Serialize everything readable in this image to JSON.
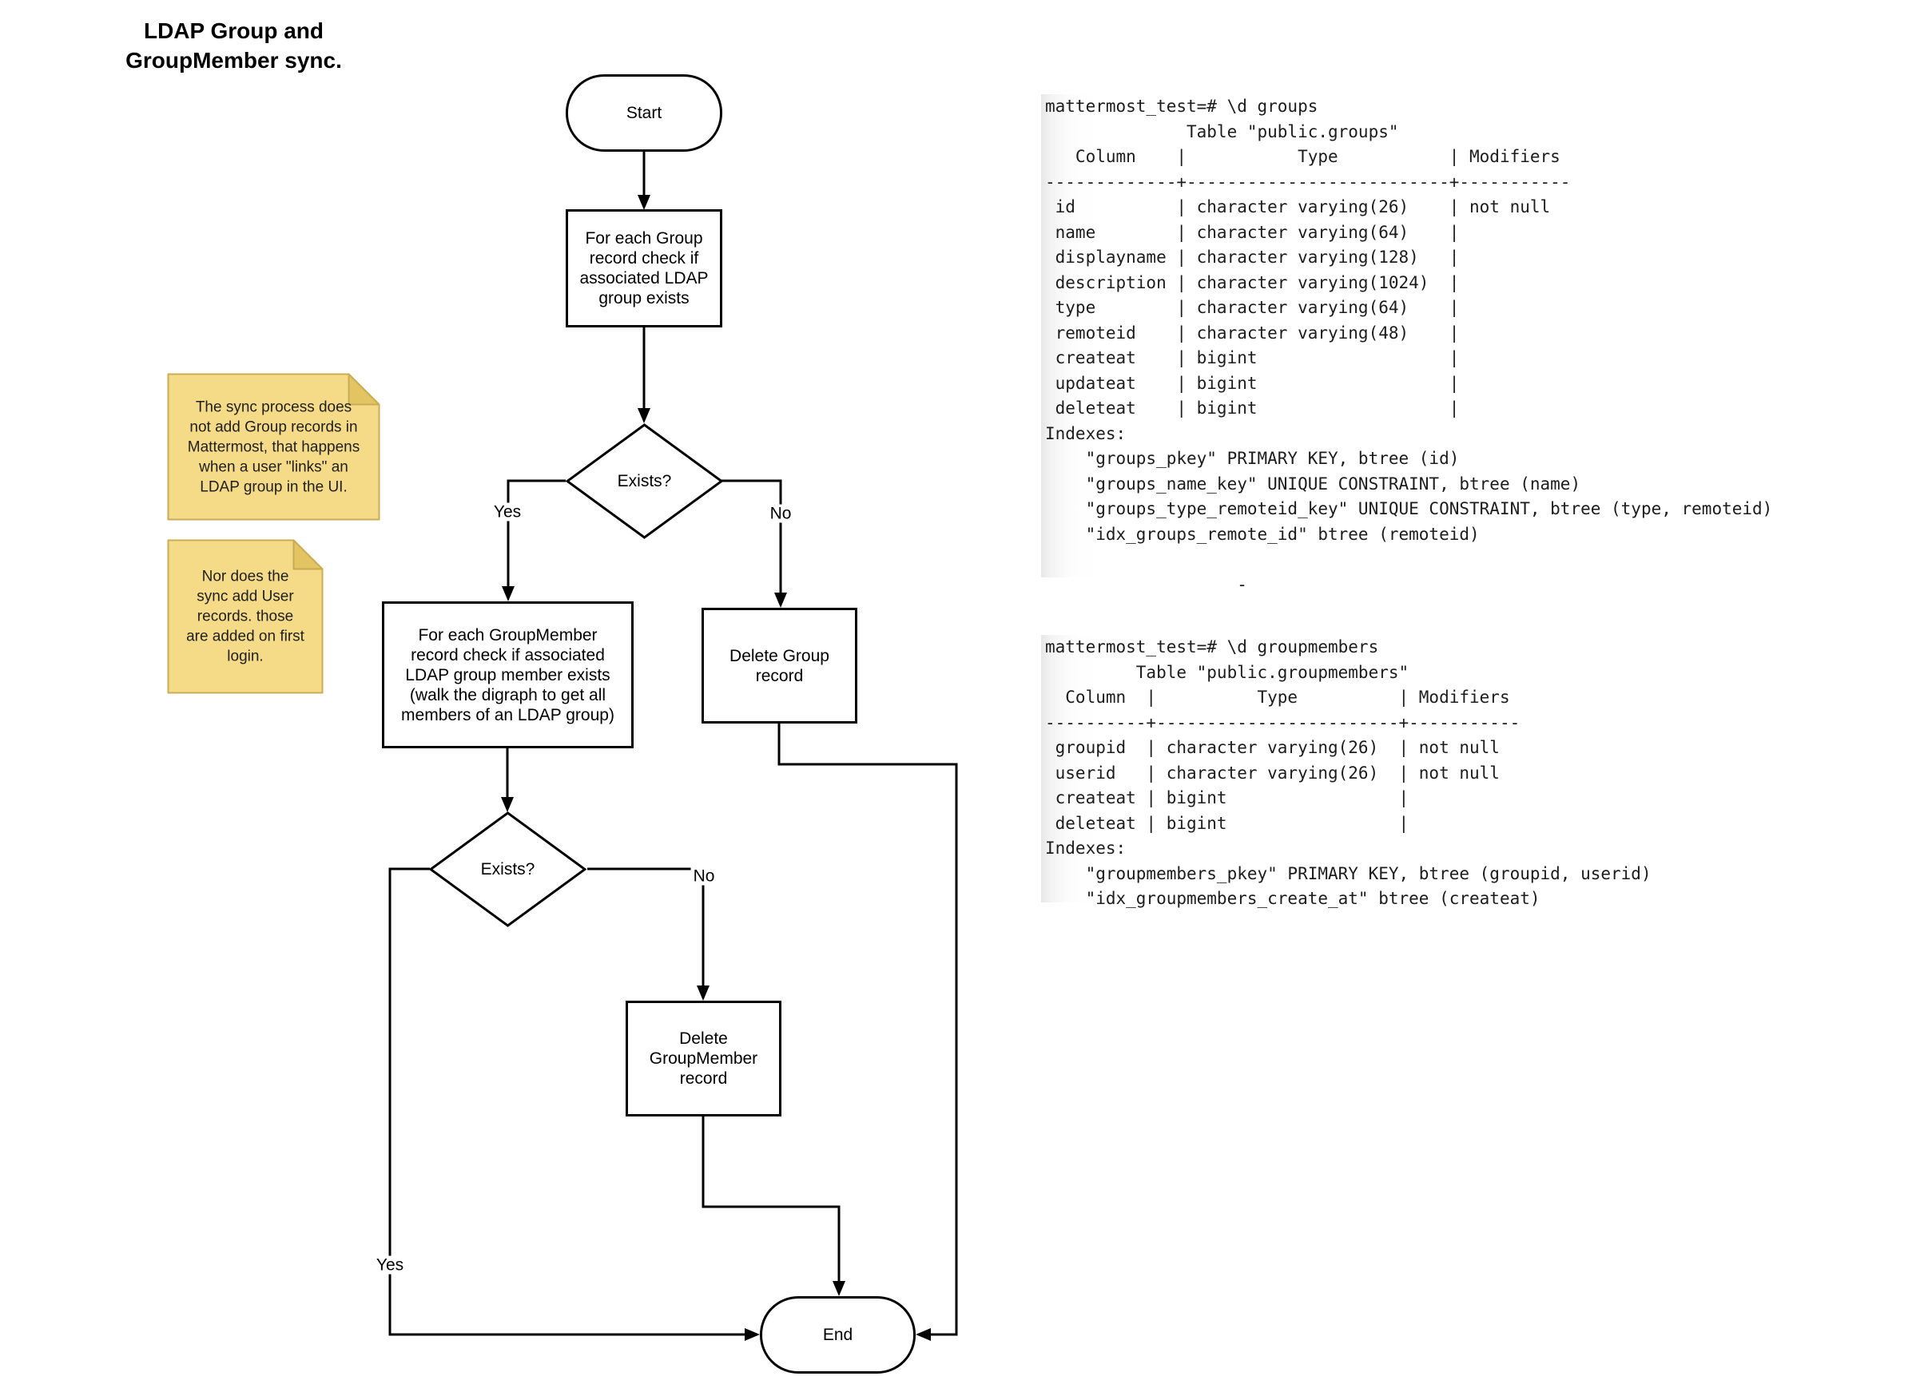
{
  "title": {
    "lines": [
      "LDAP Group and",
      "GroupMember sync."
    ]
  },
  "flowchart": {
    "nodes": {
      "start": "Start",
      "check_group": "For each Group record check if associated LDAP group exists",
      "exists_group": "Exists?",
      "check_group_member": "For each GroupMember record check if associated LDAP group member exists (walk the digraph to get all members of an LDAP group)",
      "delete_group": "Delete Group record",
      "exists_group_member": "Exists?",
      "delete_group_member": "Delete GroupMember record",
      "end": "End"
    },
    "edge_labels": {
      "group_exists_yes": "Yes",
      "group_exists_no": "No",
      "member_exists_no": "No",
      "member_exists_yes": "Yes"
    }
  },
  "sticky_notes": [
    {
      "text": "The sync process does not add Group records in Mattermost, that happens when a user \"links\" an LDAP group in the UI."
    },
    {
      "text": "Nor does the sync add User records. those are added on first login."
    }
  ],
  "terminals": [
    {
      "lines": [
        "mattermost_test=# \\d groups",
        "              Table \"public.groups\"",
        "   Column    |           Type           | Modifiers ",
        "-------------+--------------------------+-----------",
        " id          | character varying(26)    | not null",
        " name        | character varying(64)    | ",
        " displayname | character varying(128)   | ",
        " description | character varying(1024)  | ",
        " type        | character varying(64)    | ",
        " remoteid    | character varying(48)    | ",
        " createat    | bigint                   | ",
        " updateat    | bigint                   | ",
        " deleteat    | bigint                   | ",
        "Indexes:",
        "    \"groups_pkey\" PRIMARY KEY, btree (id)",
        "    \"groups_name_key\" UNIQUE CONSTRAINT, btree (name)",
        "    \"groups_type_remoteid_key\" UNIQUE CONSTRAINT, btree (type, remoteid)",
        "    \"idx_groups_remote_id\" btree (remoteid)",
        "",
        "                   -"
      ]
    },
    {
      "lines": [
        "mattermost_test=# \\d groupmembers",
        "         Table \"public.groupmembers\"",
        "  Column  |          Type          | Modifiers ",
        "----------+------------------------+-----------",
        " groupid  | character varying(26)  | not null",
        " userid   | character varying(26)  | not null",
        " createat | bigint                 | ",
        " deleteat | bigint                 | ",
        "Indexes:",
        "    \"groupmembers_pkey\" PRIMARY KEY, btree (groupid, userid)",
        "    \"idx_groupmembers_create_at\" btree (createat)"
      ]
    }
  ],
  "colors": {
    "note_fill": "#F5DB87",
    "note_fold": "#E2C462",
    "note_border": "#C9AC55",
    "line": "#000000",
    "terminal_text": "#1C1C1C"
  }
}
